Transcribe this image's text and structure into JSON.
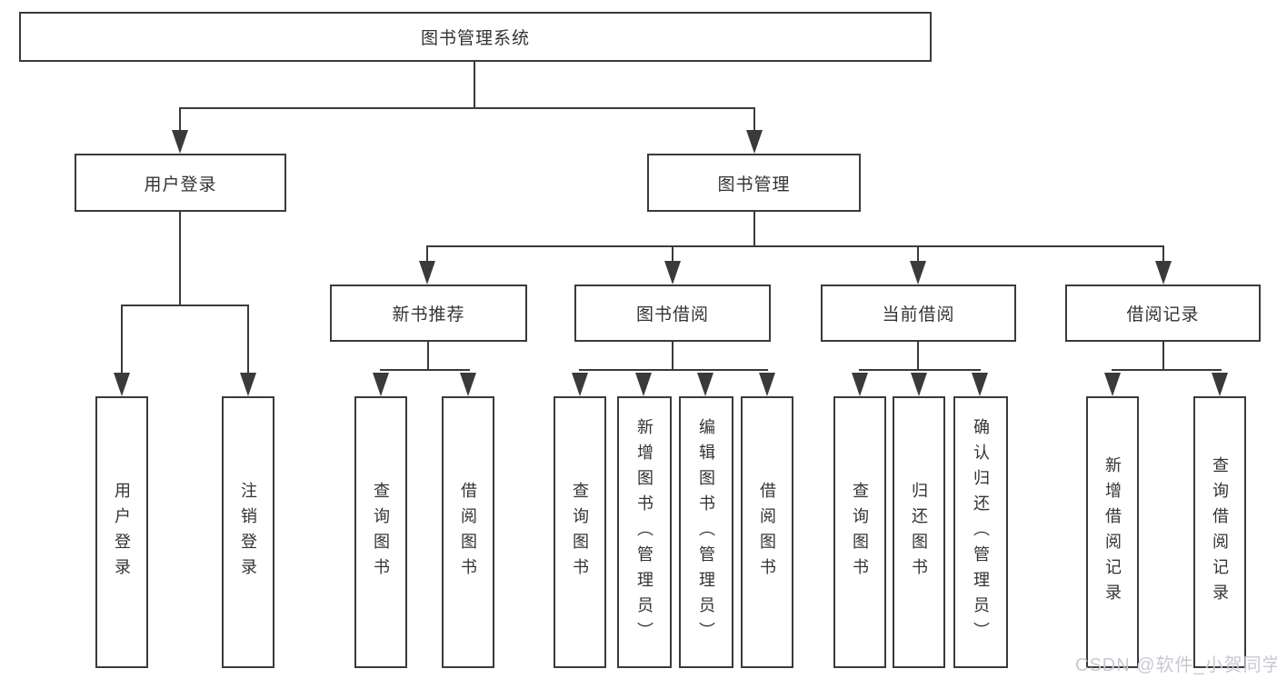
{
  "diagram": {
    "root": {
      "label": "图书管理系统"
    },
    "branches": [
      {
        "label": "用户登录",
        "children": [
          {
            "label": "用户登录"
          },
          {
            "label": "注销登录"
          }
        ]
      },
      {
        "label": "图书管理",
        "children": [
          {
            "label": "新书推荐",
            "children": [
              {
                "label": "查询图书"
              },
              {
                "label": "借阅图书"
              }
            ]
          },
          {
            "label": "图书借阅",
            "children": [
              {
                "label": "查询图书"
              },
              {
                "label": "新增图书（管理员）"
              },
              {
                "label": "编辑图书（管理员）"
              },
              {
                "label": "借阅图书"
              }
            ]
          },
          {
            "label": "当前借阅",
            "children": [
              {
                "label": "查询图书"
              },
              {
                "label": "归还图书"
              },
              {
                "label": "确认归还（管理员）"
              }
            ]
          },
          {
            "label": "借阅记录",
            "children": [
              {
                "label": "新增借阅记录"
              },
              {
                "label": "查询借阅记录"
              }
            ]
          }
        ]
      }
    ]
  },
  "colors": {
    "line": "#3a3a3a",
    "box_border": "#3a3a3a",
    "text": "#333333",
    "watermark": "#c6cad0"
  },
  "watermark": {
    "text": "CSDN @软件_小贺同学"
  }
}
